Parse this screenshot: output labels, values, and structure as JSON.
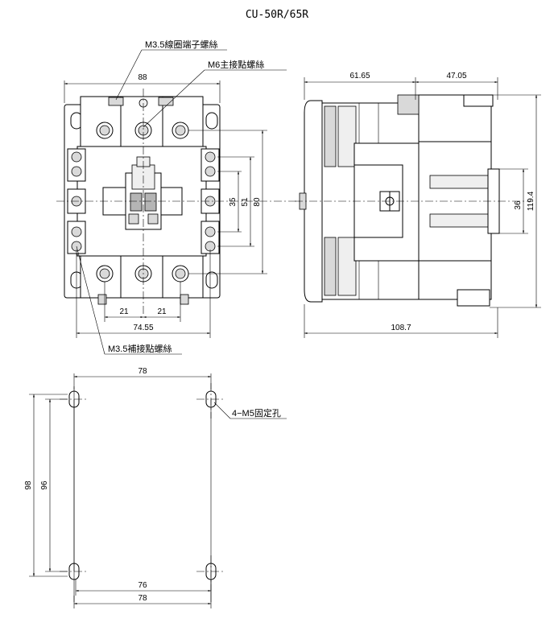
{
  "title": "CU-50R/65R",
  "front_view": {
    "dims": {
      "width_top": "88",
      "height_outer": "80",
      "height_inner": "51",
      "height_center": "35",
      "pitch_left": "21",
      "pitch_right": "21",
      "width_bottom": "74.55"
    },
    "callouts": {
      "coil_terminal": "M3.5線圈端子螺絲",
      "main_contact": "M6主接點螺絲",
      "aux_contact": "M3.5補接點螺絲"
    }
  },
  "side_view": {
    "dims": {
      "left_depth": "61.65",
      "right_depth": "47.05",
      "total_depth": "108.7",
      "total_height": "119.4",
      "rail_height": "36"
    }
  },
  "mounting": {
    "dims": {
      "width_top": "78",
      "height_outer": "98",
      "height_inner": "96",
      "width_inner": "76",
      "width_bottom": "78"
    },
    "callout": "4−M5固定孔"
  }
}
